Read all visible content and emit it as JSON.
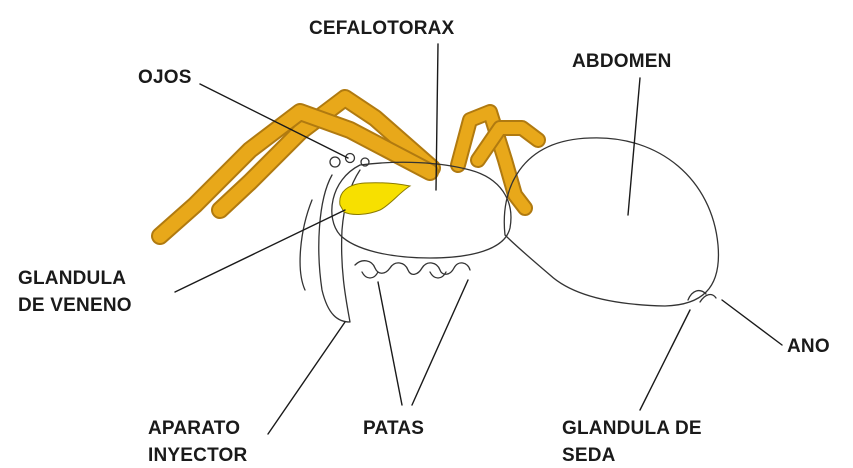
{
  "labels": {
    "cefalotorax": "CEFALOTORAX",
    "abdomen": "ABDOMEN",
    "ojos": "OJOS",
    "glandula_veneno_1": "GLANDULA",
    "glandula_veneno_2": "DE VENENO",
    "ano": "ANO",
    "aparato_1": "APARATO",
    "aparato_2": "INYECTOR",
    "patas": "PATAS",
    "glandula_seda_1": "GLANDULA DE",
    "glandula_seda_2": "SEDA"
  },
  "colors": {
    "legs": "#e8a81a",
    "legs_edge": "#b07a10",
    "venom_gland": "#f7e000",
    "outline": "#333333"
  }
}
